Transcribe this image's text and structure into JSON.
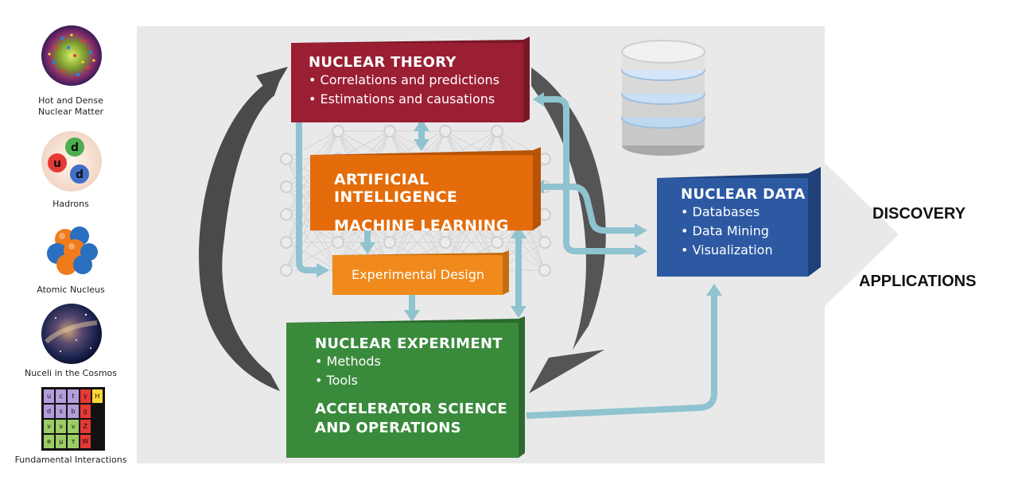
{
  "side_items": [
    {
      "label_lines": [
        "Hot and Dense",
        "Nuclear Matter"
      ],
      "icon": "dense-matter-icon"
    },
    {
      "label_lines": [
        "Hadrons"
      ],
      "icon": "hadron-icon",
      "quarks": [
        "d",
        "u",
        "d"
      ]
    },
    {
      "label_lines": [
        "Atomic Nucleus"
      ],
      "icon": "nucleus-icon"
    },
    {
      "label_lines": [
        "Nuceli in the Cosmos"
      ],
      "icon": "cosmos-icon"
    },
    {
      "label_lines": [
        "Fundamental Interactions"
      ],
      "icon": "standard-model-icon",
      "grid": [
        "u",
        "c",
        "t",
        "γ",
        "H",
        "d",
        "s",
        "b",
        "g",
        "",
        "ν",
        "ν",
        "ν",
        "Z",
        "",
        "e",
        "μ",
        "τ",
        "W",
        ""
      ]
    }
  ],
  "nuclear_theory": {
    "title": "NUCLEAR THEORY",
    "items": [
      "Correlations and predictions",
      "Estimations and causations"
    ],
    "color": "#9b1f33"
  },
  "ai_ml": {
    "line1": "ARTIFICIAL INTELLIGENCE",
    "line2": "MACHINE LEARNING",
    "color": "#e46c0a"
  },
  "experimental_design": {
    "label": "Experimental Design",
    "color": "#f08a1c"
  },
  "nuclear_experiment": {
    "title": "NUCLEAR EXPERIMENT",
    "items": [
      "Methods",
      "Tools"
    ],
    "sub_line1": "ACCELERATOR SCIENCE",
    "sub_line2": "AND OPERATIONS",
    "color": "#3a8a3c"
  },
  "nuclear_data": {
    "title": "NUCLEAR DATA",
    "items": [
      "Databases",
      "Data Mining",
      "Visualization"
    ],
    "color": "#2d59a3"
  },
  "outcomes": [
    "DISCOVERY",
    "APPLICATIONS"
  ],
  "colors": {
    "panel": "#e9e9e9",
    "flow_arrow": "#8fc3cf",
    "cycle_arrow": "#4a4a4a"
  }
}
